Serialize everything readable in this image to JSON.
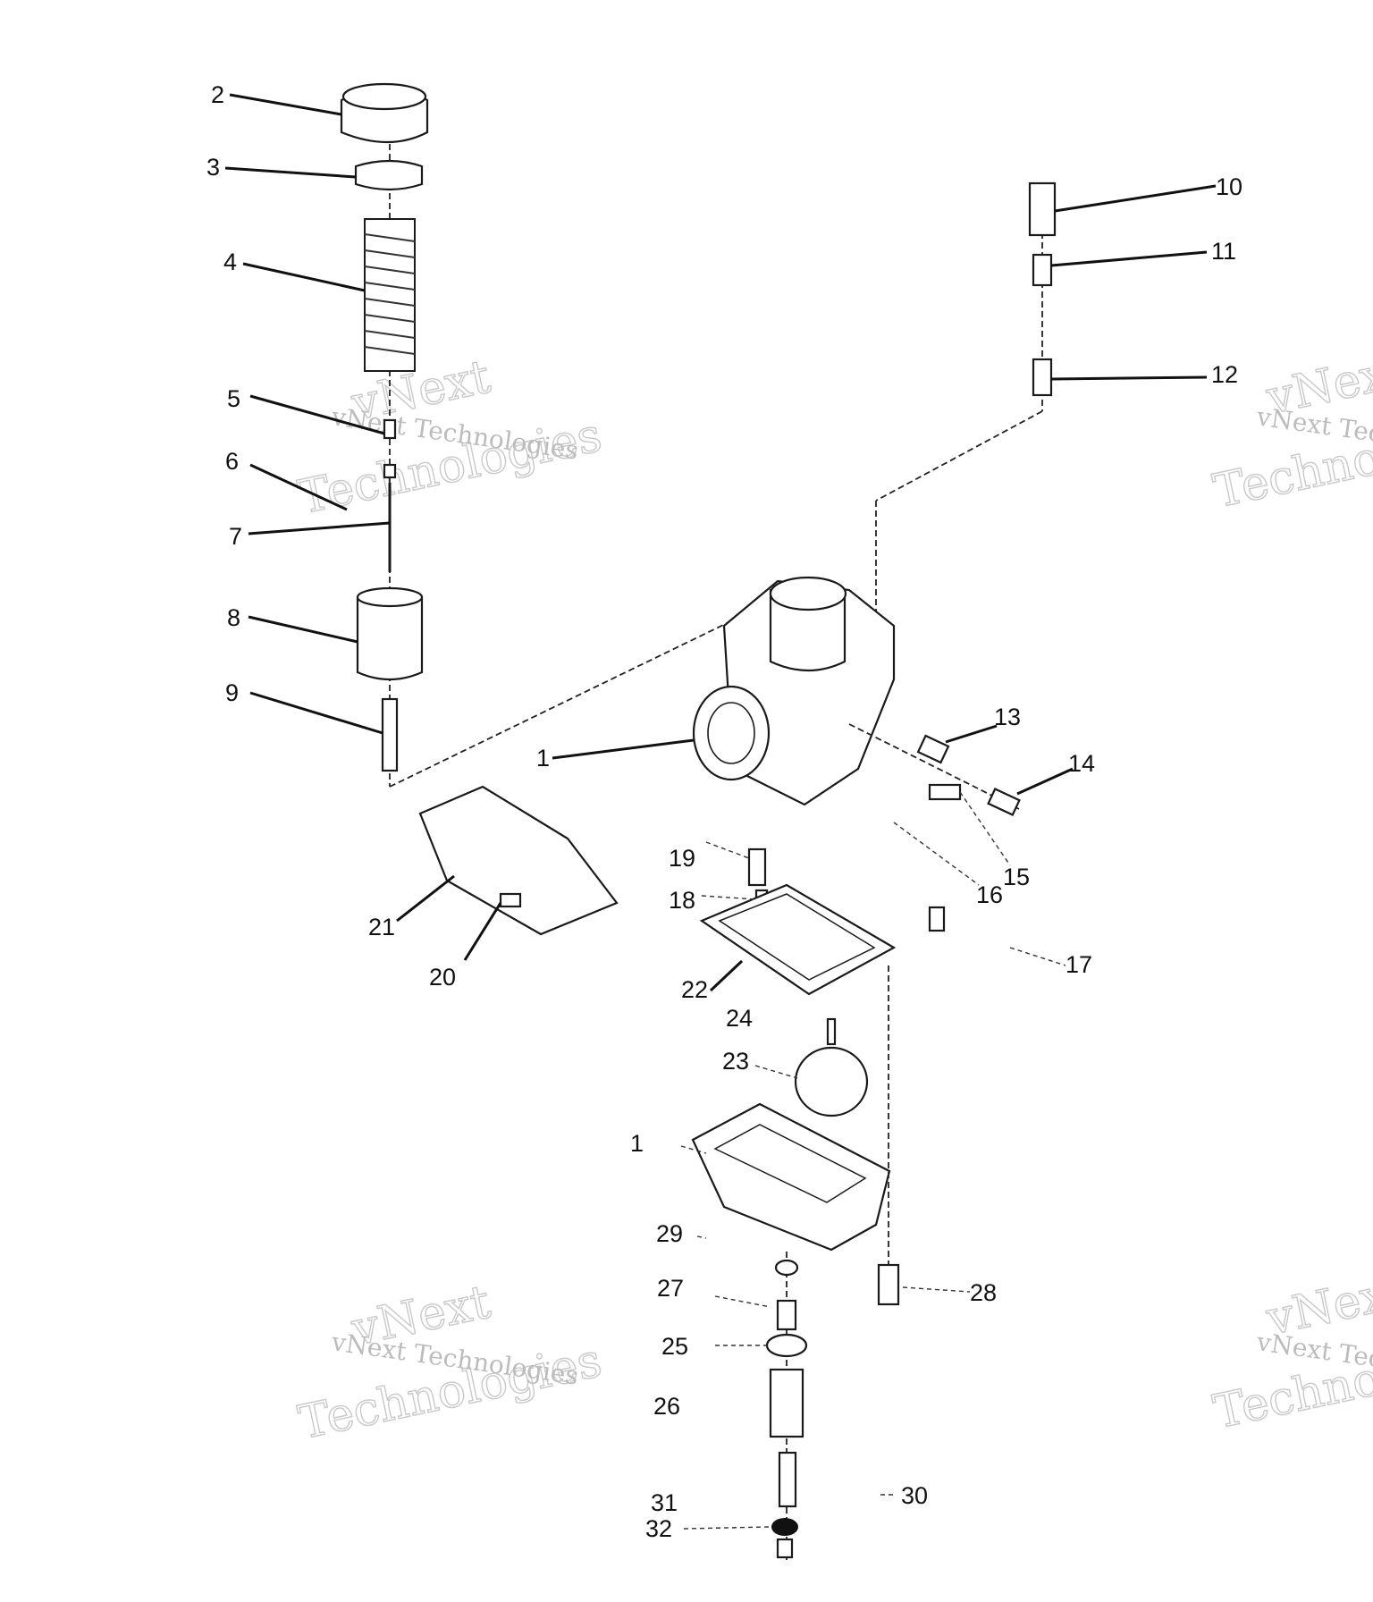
{
  "watermark": {
    "line1": "vNext",
    "line2": "vNext Technologies",
    "line3": "Technologies"
  },
  "labels": {
    "p1a": "1",
    "p1b": "1",
    "p2": "2",
    "p3": "3",
    "p4": "4",
    "p5": "5",
    "p6": "6",
    "p7": "7",
    "p8": "8",
    "p9": "9",
    "p10": "10",
    "p11": "11",
    "p12": "12",
    "p13": "13",
    "p14": "14",
    "p15": "15",
    "p16": "16",
    "p17": "17",
    "p18": "18",
    "p19": "19",
    "p20": "20",
    "p21": "21",
    "p22": "22",
    "p23": "23",
    "p24": "24",
    "p25": "25",
    "p26": "26",
    "p27": "27",
    "p28": "28",
    "p29": "29",
    "p30": "30",
    "p31": "31",
    "p32": "32"
  }
}
